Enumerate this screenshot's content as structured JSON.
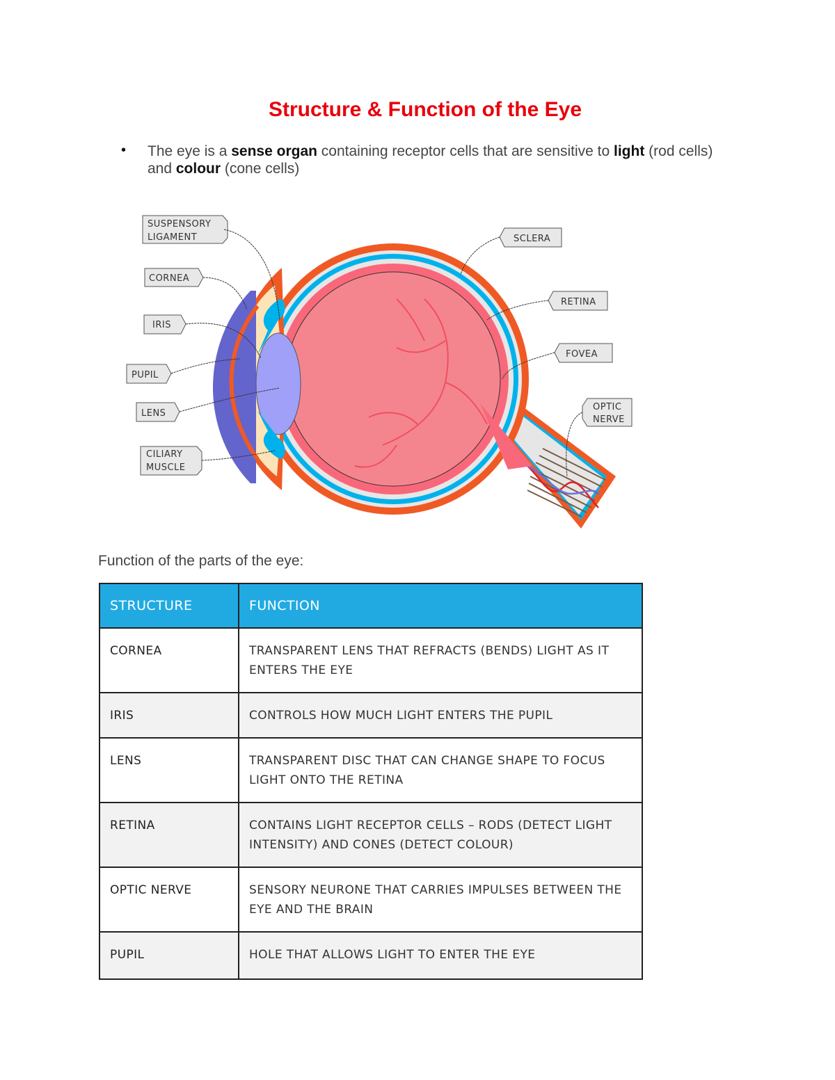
{
  "title": "Structure & Function of the Eye",
  "intro": {
    "p1": "The eye is a ",
    "b1": "sense organ",
    "p2": " containing receptor cells that are sensitive to ",
    "b2": "light",
    "p3": " (rod cells) and ",
    "b3": "colour",
    "p4": " (cone cells)"
  },
  "diagram": {
    "labels": {
      "suspensory_1": "SUSPENSORY",
      "suspensory_2": "LIGAMENT",
      "cornea": "CORNEA",
      "iris": "IRIS",
      "pupil": "PUPIL",
      "lens": "LENS",
      "ciliary_1": "CILIARY",
      "ciliary_2": "MUSCLE",
      "sclera": "SCLERA",
      "retina": "RETINA",
      "fovea": "FOVEA",
      "optic_1": "OPTIC",
      "optic_2": "NERVE"
    },
    "colors": {
      "sclera": "#ef5a24",
      "choroid": "#00b2eb",
      "retina": "#f9687a",
      "vitreous": "#f4858f",
      "lens": "#a0a0f8",
      "cornea": "#6464cd",
      "aqueous": "#fde4b8"
    }
  },
  "caption": "Function of the parts of the eye:",
  "table": {
    "headers": [
      "STRUCTURE",
      "FUNCTION"
    ],
    "rows": [
      {
        "structure": "CORNEA",
        "function": "TRANSPARENT LENS THAT REFRACTS (BENDS) LIGHT AS IT ENTERS THE EYE"
      },
      {
        "structure": "IRIS",
        "function": "CONTROLS HOW MUCH LIGHT ENTERS THE PUPIL"
      },
      {
        "structure": "LENS",
        "function": "TRANSPARENT DISC THAT CAN CHANGE SHAPE TO FOCUS LIGHT ONTO THE RETINA"
      },
      {
        "structure": "RETINA",
        "function": "CONTAINS LIGHT RECEPTOR CELLS – RODS (DETECT LIGHT INTENSITY) AND CONES (DETECT COLOUR)"
      },
      {
        "structure": "OPTIC NERVE",
        "function": "SENSORY NEURONE THAT CARRIES IMPULSES BETWEEN THE EYE AND THE BRAIN"
      },
      {
        "structure": "PUPIL",
        "function": "HOLE THAT ALLOWS LIGHT TO ENTER THE EYE"
      }
    ]
  }
}
